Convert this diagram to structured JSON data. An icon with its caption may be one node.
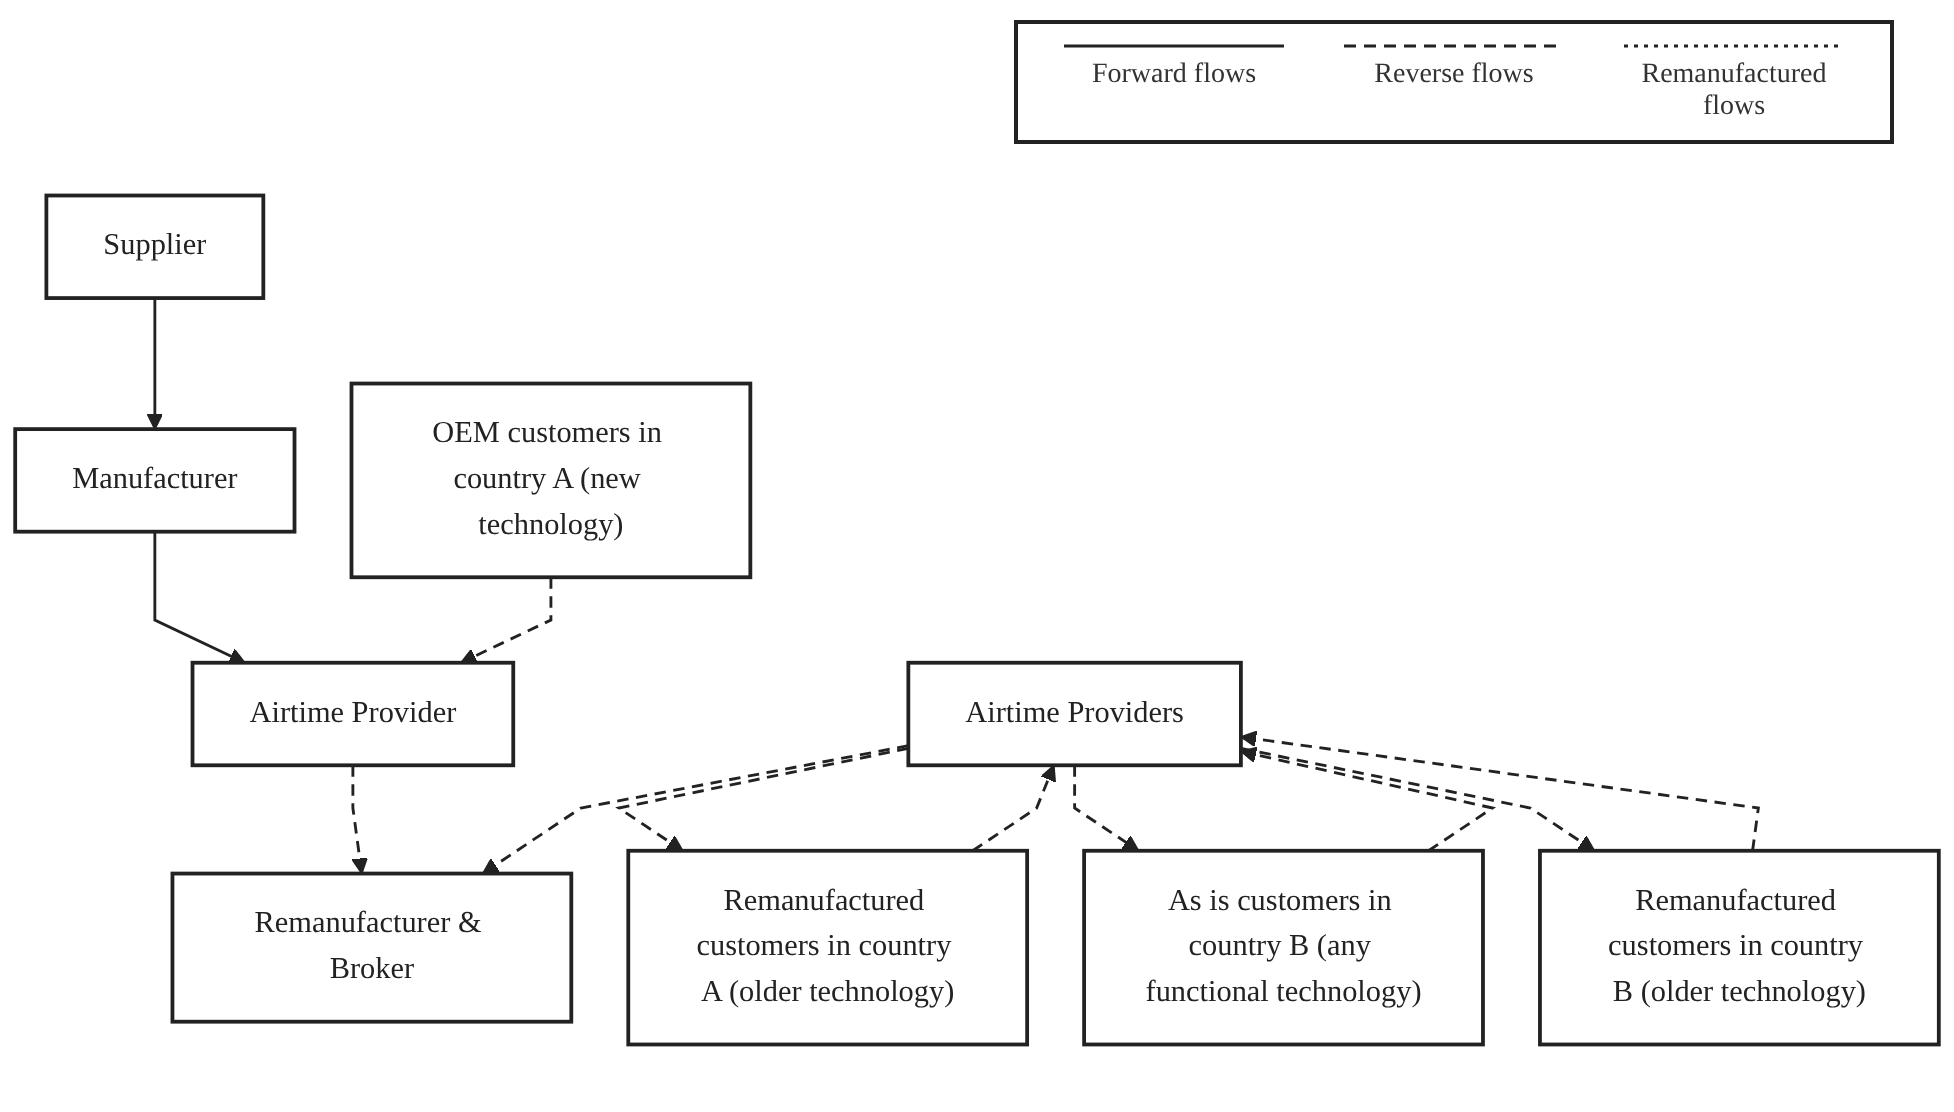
{
  "diagram": {
    "nodes": [
      {
        "text": [
          "Supplier"
        ]
      },
      {
        "text": [
          "Manufacturer"
        ]
      },
      {
        "text": [
          "Airtime Provider"
        ]
      },
      {
        "text": [
          "Remanufacturer & Broker"
        ]
      },
      {
        "text": [
          "Airtime Providers"
        ]
      },
      {
        "text": [
          "OEM customers in country A (new technology)"
        ]
      },
      {
        "text": [
          "Remanufactured customers in country A (older technology)"
        ]
      },
      {
        "text": [
          "As is customers in country B (any functional technology)"
        ]
      },
      {
        "text": [
          "Remanufactured customers in country B (older technology)"
        ]
      }
    ],
    "edges": [
      {
        "from": 0,
        "to": 1,
        "arrow": "to"
      },
      {
        "from": 1,
        "to": 2,
        "arrow": "to"
      },
      {
        "from": 5,
        "to": 2,
        "arrow": "to",
        "style": "dashed"
      },
      {
        "from": 2,
        "to": 3,
        "arrow": "to",
        "style": "dashed"
      },
      {
        "from": 4,
        "to": 3,
        "arrow": "to",
        "style": "dashed"
      },
      {
        "from": 4,
        "to": 6,
        "arrow": "to",
        "style": "dashed"
      },
      {
        "from": 6,
        "to": 4,
        "arrow": "to",
        "style": "dashed"
      },
      {
        "from": 4,
        "to": 7,
        "arrow": "to",
        "style": "dashed"
      },
      {
        "from": 7,
        "to": 4,
        "arrow": "to",
        "style": "dashed"
      },
      {
        "from": 4,
        "to": 8,
        "arrow": "to",
        "style": "dashed"
      },
      {
        "from": 8,
        "to": 4,
        "arrow": "to",
        "style": "dashed"
      }
    ],
    "legend": [
      {
        "text": "Forward flows"
      },
      {
        "text": "Reverse flows"
      },
      {
        "text": "Remanufactured flows"
      }
    ]
  }
}
